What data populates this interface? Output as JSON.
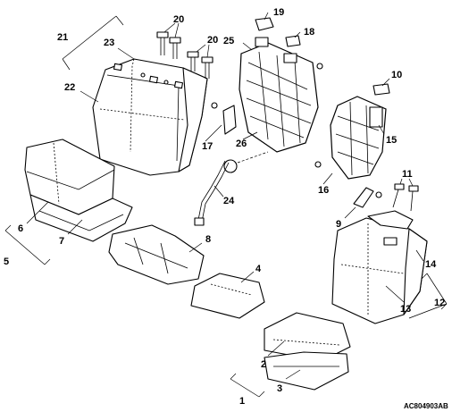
{
  "diagram": {
    "code": "AC804903AB",
    "labels": {
      "p1": "1",
      "p2": "2",
      "p3": "3",
      "p4": "4",
      "p5": "5",
      "p6": "6",
      "p7": "7",
      "p8": "8",
      "p9": "9",
      "p10": "10",
      "p11": "11",
      "p12": "12",
      "p13": "13",
      "p14": "14",
      "p15": "15",
      "p16": "16",
      "p17": "17",
      "p18": "18",
      "p19": "19",
      "p20a": "20",
      "p20b": "20",
      "p21": "21",
      "p22": "22",
      "p23": "23",
      "p24": "24",
      "p25": "25",
      "p26": "26"
    }
  }
}
